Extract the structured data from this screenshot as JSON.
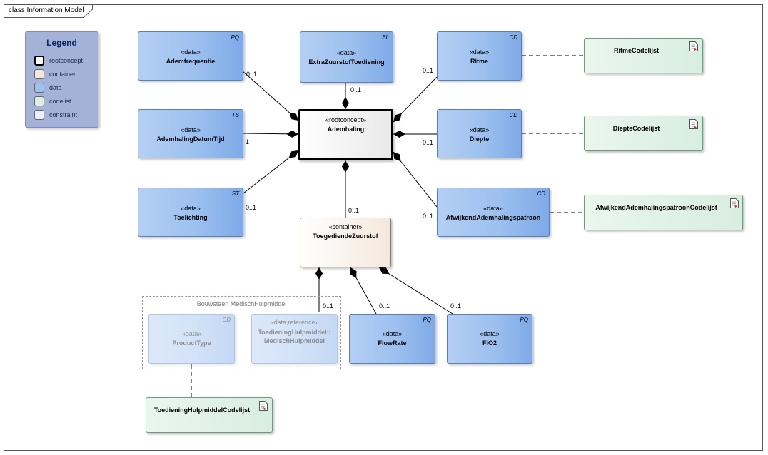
{
  "diagram_title": "class Information Model",
  "legend": {
    "title": "Legend",
    "items": [
      {
        "label": "rootconcept",
        "color": "#ffffff",
        "border": "#000000"
      },
      {
        "label": "container",
        "color": "#f5e6d8",
        "border": "#888888"
      },
      {
        "label": "data",
        "color": "#9cc0ef",
        "border": "#5a7fb5"
      },
      {
        "label": "codelist",
        "color": "#dcefe3",
        "border": "#6e9a80"
      },
      {
        "label": "constraint",
        "color": "#eeeefa",
        "border": "#888888"
      }
    ]
  },
  "package": {
    "title": "Bouwsteen MedischHulpmiddel"
  },
  "boxes": {
    "ademfrequentie": {
      "stereotype": "«data»",
      "name": "Ademfrequentie",
      "type": "PQ"
    },
    "extrazuurstof": {
      "stereotype": "«data»",
      "name": "ExtraZuurstofToediening",
      "type": "BL"
    },
    "ritme": {
      "stereotype": "«data»",
      "name": "Ritme",
      "type": "CD"
    },
    "datumtijd": {
      "stereotype": "«data»",
      "name": "AdemhalingDatumTijd",
      "type": "TS"
    },
    "ademhaling": {
      "stereotype": "«rootconcept»",
      "name": "Ademhaling"
    },
    "diepte": {
      "stereotype": "«data»",
      "name": "Diepte",
      "type": "CD"
    },
    "toelichting": {
      "stereotype": "«data»",
      "name": "Toelichting",
      "type": "ST"
    },
    "toegediende": {
      "stereotype": "«container»",
      "name": "ToegediendeZuurstof"
    },
    "afwijkend": {
      "stereotype": "«data»",
      "name": "AfwijkendAdemhalingspatroon",
      "type": "CD"
    },
    "producttype": {
      "stereotype": "«data»",
      "name": "ProductType",
      "type": "CD"
    },
    "hulpmiddel": {
      "stereotype": "«data,reference»",
      "name1": "ToedieningHulpmiddel::",
      "name2": "MedischHulpmiddel"
    },
    "flowrate": {
      "stereotype": "«data»",
      "name": "FlowRate",
      "type": "PQ"
    },
    "fio2": {
      "stereotype": "«data»",
      "name": "FiO2",
      "type": "PQ"
    },
    "ritmecodelijst": {
      "name": "RitmeCodelijst"
    },
    "dieptecodelijst": {
      "name": "DiepteCodelijst"
    },
    "afwijkendcodelijst": {
      "name": "AfwijkendAdemhalingspatroonCodelijst"
    },
    "hulpmiddelcodelijst": {
      "name": "ToedieningHulpmiddelCodelijst"
    }
  },
  "multiplicities": {
    "ademfrequentie": "0..1",
    "extrazuurstof": "0..1",
    "ritme": "0..1",
    "datumtijd": "1",
    "diepte": "0..1",
    "toelichting": "0..1",
    "toegediende": "0..1",
    "afwijkend": "0..1",
    "hulpmiddel": "0..1",
    "flowrate": "0..1",
    "fio2": "0..1"
  }
}
